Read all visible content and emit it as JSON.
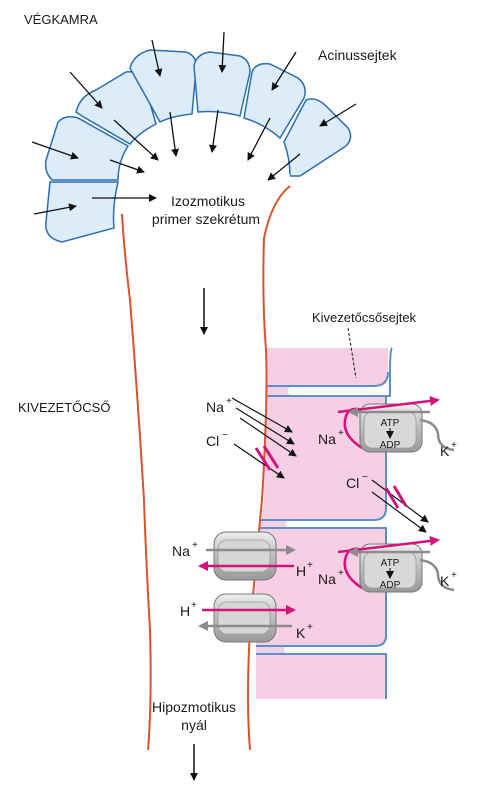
{
  "labels": {
    "end_chamber": "VÉGKAMRA",
    "acinar_cells": "Acinussejtek",
    "primary_secretion_line1": "Izozmotikus",
    "primary_secretion_line2": "primer szekrétum",
    "duct_cells": "Kivezetőcsősejtek",
    "duct": "KIVEZETŐCSŐ",
    "final_saliva_line1": "Hipozmotikus",
    "final_saliva_line2": "nyál"
  },
  "ions": {
    "na": "Na",
    "cl": "Cl",
    "h": "H",
    "k": "K",
    "plus": "+",
    "minus": "−"
  },
  "pump": {
    "atp": "ATP",
    "adp": "ADP"
  },
  "colors": {
    "acinar_fill": "#dcecf8",
    "acinar_stroke": "#2c6fae",
    "duct_wall": "#d9532b",
    "duct_cell_fill": "#f6cfe4",
    "membrane": "#5b8fc7",
    "magenta": "#d4127d",
    "gray_arrow": "#8c8c8c",
    "transporter": "#c6c6c6"
  }
}
